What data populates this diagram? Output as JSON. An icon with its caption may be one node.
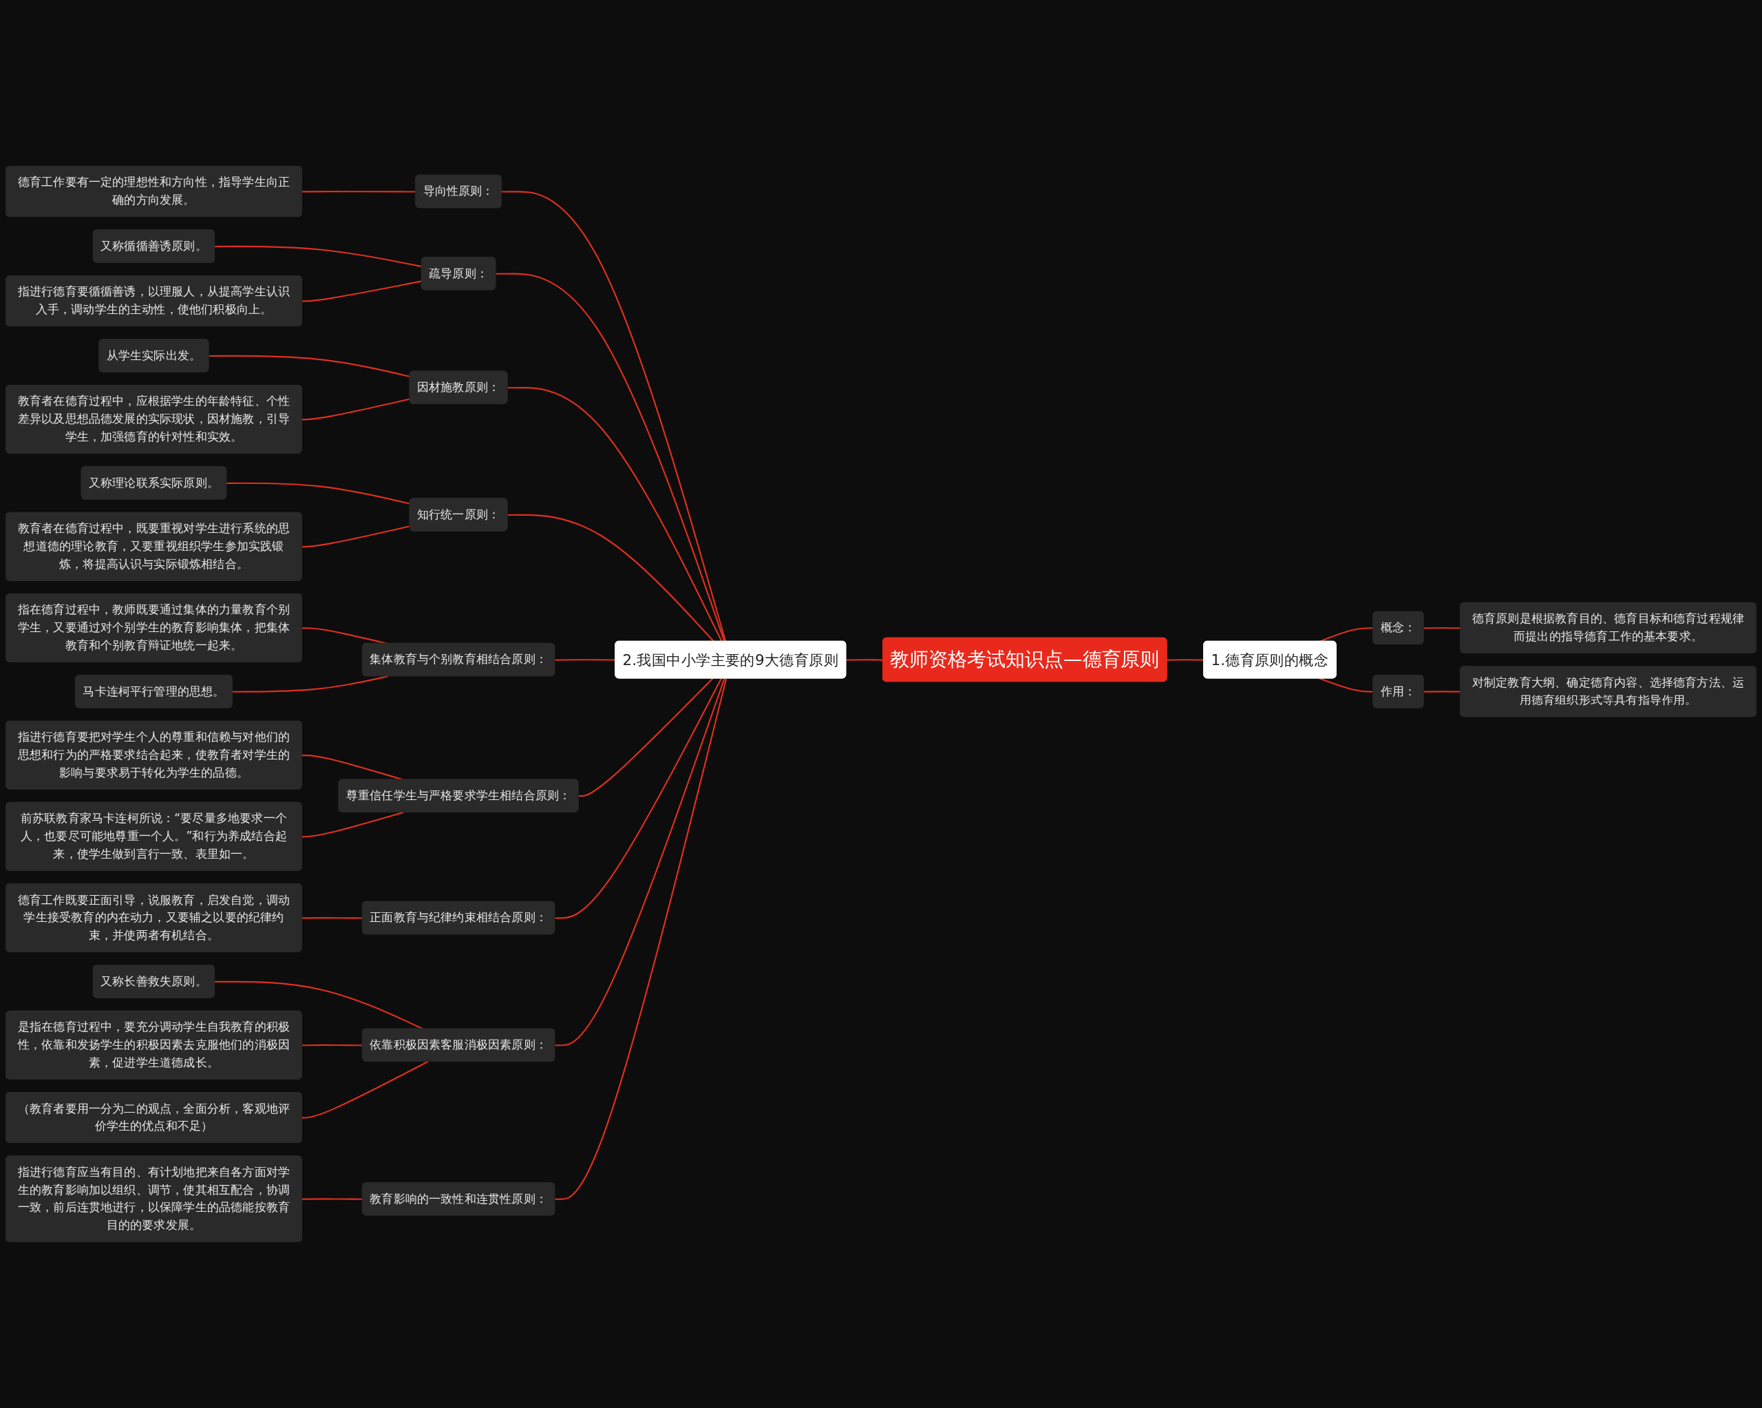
{
  "diagram": {
    "nodes": [
      {
        "text": [
          "教师资格考试知识点—德育原则"
        ]
      },
      {
        "text": [
          "2.我国中小学主要的9大德育原则"
        ]
      },
      {
        "text": [
          "导向性原则："
        ]
      },
      {
        "text": [
          "德育工作要有一定的理想性和方向性，指导学生向正确的方向发展。"
        ]
      },
      {
        "text": [
          "疏导原则："
        ]
      },
      {
        "text": [
          "又称循循善诱原则。"
        ]
      },
      {
        "text": [
          "指进行德育要循循善诱，以理服人，从提高学生认识入手，调动学生的主动性，使他们积极向上。"
        ]
      },
      {
        "text": [
          "因材施教原则："
        ]
      },
      {
        "text": [
          "从学生实际出发。"
        ]
      },
      {
        "text": [
          "教育者在德育过程中，应根据学生的年龄特征、个性差异以及思想品德发展的实际现状，因材施教，引导学生，加强德育的针对性和实效。"
        ]
      },
      {
        "text": [
          "知行统一原则："
        ]
      },
      {
        "text": [
          "又称理论联系实际原则。"
        ]
      },
      {
        "text": [
          "教育者在德育过程中，既要重视对学生进行系统的思想道德的理论教育，又要重视组织学生参加实践锻炼，将提高认识与实际锻炼相结合。"
        ]
      },
      {
        "text": [
          "集体教育与个别教育相结合原则："
        ]
      },
      {
        "text": [
          "指在德育过程中，教师既要通过集体的力量教育个别学生，又要通过对个别学生的教育影响集体，把集体教育和个别教育辩证地统一起来。"
        ]
      },
      {
        "text": [
          "马卡连柯平行管理的思想。"
        ]
      },
      {
        "text": [
          "尊重信任学生与严格要求学生相结合原则："
        ]
      },
      {
        "text": [
          "指进行德育要把对学生个人的尊重和信赖与对他们的思想和行为的严格要求结合起来，使教育者对学生的影响与要求易于转化为学生的品德。"
        ]
      },
      {
        "text": [
          "前苏联教育家马卡连柯所说：“要尽量多地要求一个人，也要尽可能地尊重一个人。”和行为养成结合起来，使学生做到言行一致、表里如一。"
        ]
      },
      {
        "text": [
          "正面教育与纪律约束相结合原则："
        ]
      },
      {
        "text": [
          "德育工作既要正面引导，说服教育，启发自觉，调动学生接受教育的内在动力，又要辅之以要的纪律约束，并使两者有机结合。"
        ]
      },
      {
        "text": [
          "依靠积极因素客服消极因素原则："
        ]
      },
      {
        "text": [
          "又称长善救失原则。"
        ]
      },
      {
        "text": [
          "是指在德育过程中，要充分调动学生自我教育的积极性，依靠和发扬学生的积极因素去克服他们的消极因素，促进学生道德成长。"
        ]
      },
      {
        "text": [
          "（教育者要用一分为二的观点，全面分析，客观地评价学生的优点和不足）"
        ]
      },
      {
        "text": [
          "教育影响的一致性和连贯性原则："
        ]
      },
      {
        "text": [
          "指进行德育应当有目的、有计划地把来自各方面对学生的教育影响加以组织、调节，使其相互配合，协调一致，前后连贯地进行，以保障学生的品德能按教育目的的要求发展。"
        ]
      },
      {
        "text": [
          "1.德育原则的概念"
        ]
      },
      {
        "text": [
          "概念："
        ]
      },
      {
        "text": [
          "德育原则是根据教育目的、德育目标和德育过程规律而提出的指导德育工作的基本要求。"
        ]
      },
      {
        "text": [
          "作用："
        ]
      },
      {
        "text": [
          "对制定教育大纲、确定德育内容、选择德育方法、运用德育组织形式等具有指导作用。"
        ]
      }
    ],
    "edges": [
      {
        "from": 0,
        "to": 1,
        "arrow": "none"
      },
      {
        "from": 1,
        "to": 2,
        "arrow": "none"
      },
      {
        "from": 2,
        "to": 3,
        "arrow": "none"
      },
      {
        "from": 1,
        "to": 4,
        "arrow": "none"
      },
      {
        "from": 4,
        "to": 5,
        "arrow": "none"
      },
      {
        "from": 4,
        "to": 6,
        "arrow": "none"
      },
      {
        "from": 1,
        "to": 7,
        "arrow": "none"
      },
      {
        "from": 7,
        "to": 8,
        "arrow": "none"
      },
      {
        "from": 7,
        "to": 9,
        "arrow": "none"
      },
      {
        "from": 1,
        "to": 10,
        "arrow": "none"
      },
      {
        "from": 10,
        "to": 11,
        "arrow": "none"
      },
      {
        "from": 10,
        "to": 12,
        "arrow": "none"
      },
      {
        "from": 1,
        "to": 13,
        "arrow": "none"
      },
      {
        "from": 13,
        "to": 14,
        "arrow": "none"
      },
      {
        "from": 13,
        "to": 15,
        "arrow": "none"
      },
      {
        "from": 1,
        "to": 16,
        "arrow": "none"
      },
      {
        "from": 16,
        "to": 17,
        "arrow": "none"
      },
      {
        "from": 16,
        "to": 18,
        "arrow": "none"
      },
      {
        "from": 1,
        "to": 19,
        "arrow": "none"
      },
      {
        "from": 19,
        "to": 20,
        "arrow": "none"
      },
      {
        "from": 1,
        "to": 21,
        "arrow": "none"
      },
      {
        "from": 21,
        "to": 22,
        "arrow": "none"
      },
      {
        "from": 21,
        "to": 23,
        "arrow": "none"
      },
      {
        "from": 21,
        "to": 24,
        "arrow": "none"
      },
      {
        "from": 1,
        "to": 25,
        "arrow": "none"
      },
      {
        "from": 25,
        "to": 26,
        "arrow": "none"
      },
      {
        "from": 0,
        "to": 27,
        "arrow": "none"
      },
      {
        "from": 27,
        "to": 28,
        "arrow": "none"
      },
      {
        "from": 28,
        "to": 29,
        "arrow": "none"
      },
      {
        "from": 27,
        "to": 30,
        "arrow": "none"
      },
      {
        "from": 30,
        "to": 31,
        "arrow": "none"
      }
    ]
  }
}
